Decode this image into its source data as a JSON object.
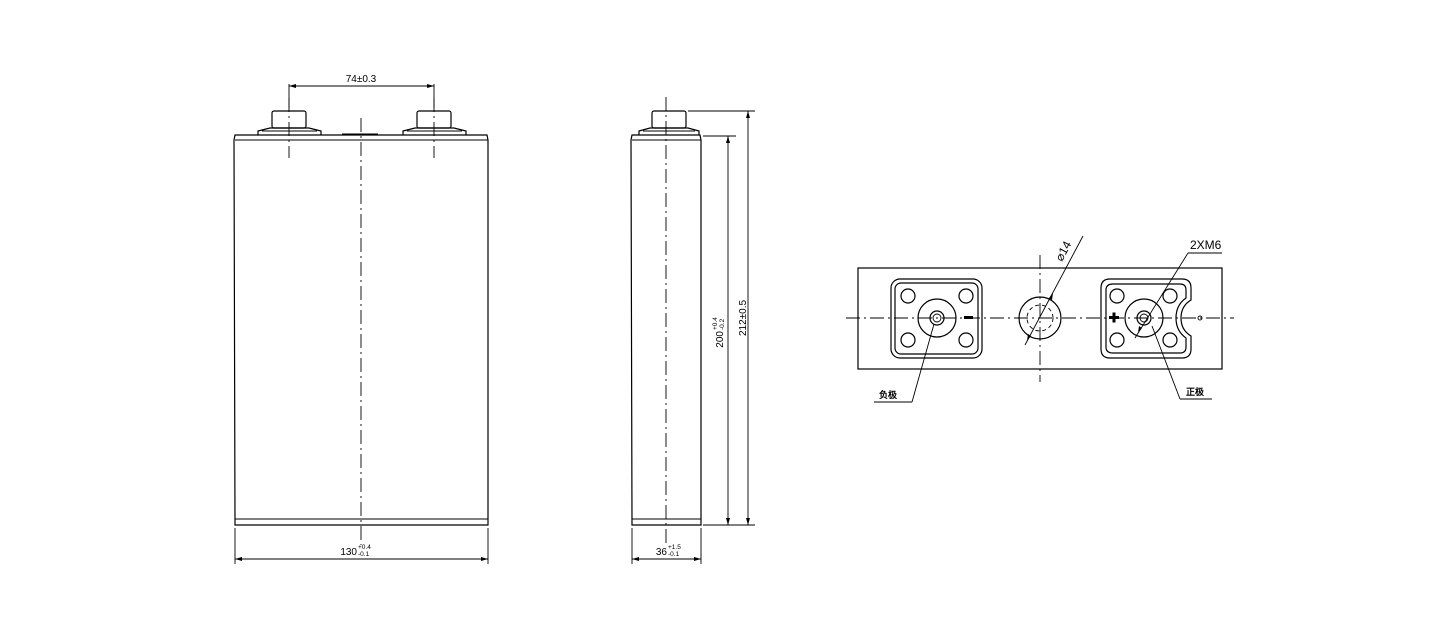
{
  "front_view": {
    "terminal_spacing": "74±0.3",
    "width_nominal": "130",
    "width_tol_upper": "+0.4",
    "width_tol_lower": "-0.1"
  },
  "side_view": {
    "thickness_nominal": "36",
    "thickness_tol_upper": "+1.5",
    "thickness_tol_lower": "-0.1",
    "body_height_nominal": "200",
    "body_height_tol_upper": "+0.4",
    "body_height_tol_lower": "-0.2",
    "total_height": "212±0.5"
  },
  "top_view": {
    "vent_diameter": "⌀14",
    "thread_spec": "2XM6",
    "negative_terminal_label": "负极",
    "positive_terminal_label": "正极",
    "negative_sign": "−",
    "positive_sign": "+"
  }
}
